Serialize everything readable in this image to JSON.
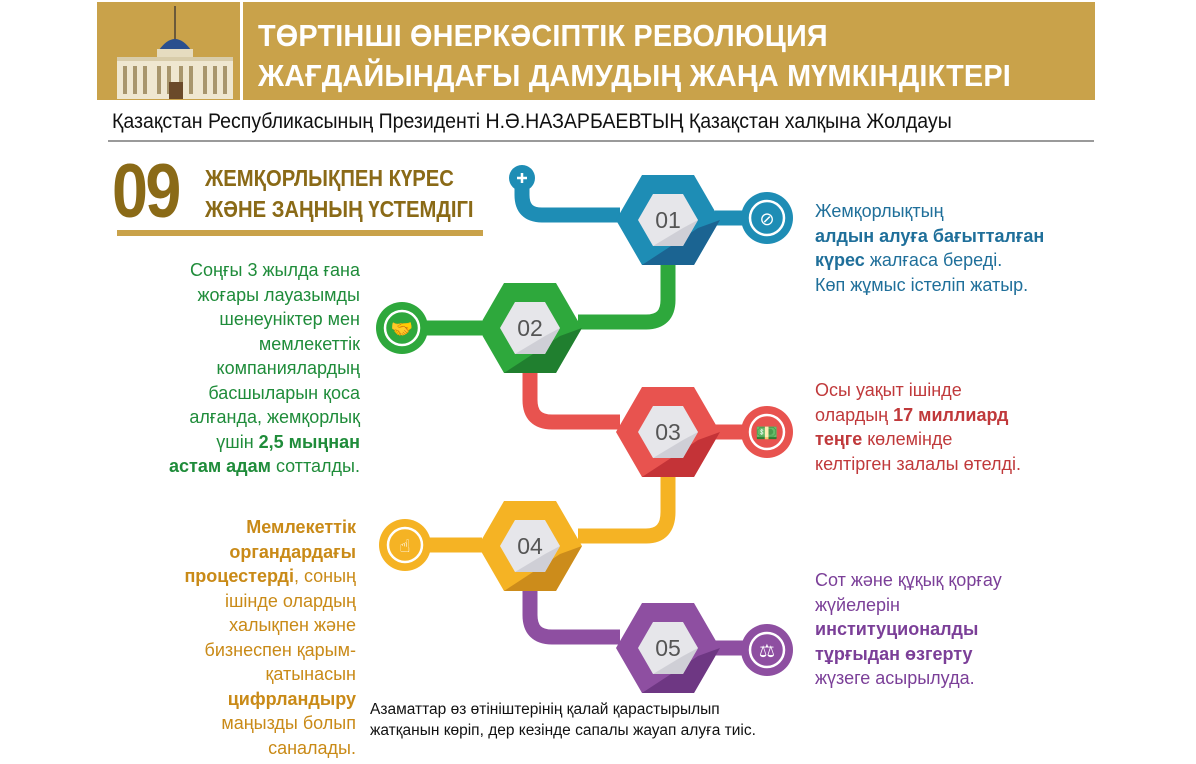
{
  "header": {
    "title_line1": "ТӨРТІНШІ ӨНЕРКӘСІПТІК РЕВОЛЮЦИЯ",
    "title_line2": "ЖАҒДАЙЫНДАҒЫ ДАМУДЫҢ ЖАҢА МҮМКІНДІКТЕРІ",
    "subtitle": "Қазақстан Республикасының Президенті Н.Ә.НАЗАРБАЕВТЫҢ Қазақстан халқына Жолдауы"
  },
  "section": {
    "number": "09",
    "heading_line1": "ЖЕМҚОРЛЫҚПЕН КҮРЕС",
    "heading_line2": "ЖӘНЕ ЗАҢНЫҢ ҮСТЕМДІГІ"
  },
  "colors": {
    "gold": "#c9a24a",
    "blue": "#1e8db5",
    "green": "#2ea83c",
    "red": "#e8534f",
    "yellow": "#f5b324",
    "purple": "#8e4fa1"
  },
  "steps": [
    {
      "label": "01",
      "icon": "no-bribe-icon",
      "text": [
        [
          "Жемқорлықтың",
          ""
        ],
        [
          "",
          "алдын алуға бағытталған"
        ],
        [
          "",
          "күрес",
          " жалғаса береді."
        ],
        [
          "Көп жұмыс істеліп жатыр.",
          ""
        ]
      ]
    },
    {
      "label": "02",
      "icon": "handshake-bribe-icon",
      "text": [
        [
          "Соңғы 3 жылда ғана",
          ""
        ],
        [
          "жоғары лауазымды",
          ""
        ],
        [
          "шенеуніктер мен",
          ""
        ],
        [
          "мемлекеттік",
          ""
        ],
        [
          "компаниялардың",
          ""
        ],
        [
          "басшыларын қоса",
          ""
        ],
        [
          "алғанда, жемқорлық",
          ""
        ],
        [
          "үшін ",
          "2,5 мыңнан"
        ],
        [
          "",
          "астам адам",
          " сотталды."
        ]
      ]
    },
    {
      "label": "03",
      "icon": "money-icon",
      "text": [
        [
          "Осы уақыт ішінде",
          ""
        ],
        [
          "олардың ",
          "17 миллиард"
        ],
        [
          "",
          "теңге",
          " көлемінде"
        ],
        [
          "келтірген залалы өтелді.",
          ""
        ]
      ]
    },
    {
      "label": "04",
      "icon": "touchscreen-icon",
      "text": [
        [
          "",
          "Мемлекеттік"
        ],
        [
          "",
          "органдардағы"
        ],
        [
          "",
          "процестерді",
          ", соның"
        ],
        [
          "ішінде олардың",
          ""
        ],
        [
          "халықпен және",
          ""
        ],
        [
          "бизнеспен қарым-",
          ""
        ],
        [
          "қатынасын",
          ""
        ],
        [
          "",
          "цифрландыру"
        ],
        [
          "маңызды болып",
          ""
        ],
        [
          "саналады.",
          ""
        ]
      ]
    },
    {
      "label": "05",
      "icon": "gavel-icon",
      "text": [
        [
          "Сот және құқық қорғау",
          ""
        ],
        [
          "жүйелерін",
          ""
        ],
        [
          "",
          "институционалды"
        ],
        [
          "",
          "тұрғыдан өзгерту"
        ],
        [
          "жүзеге асырылуда.",
          ""
        ]
      ]
    }
  ],
  "footer_note_line1": "Азаматтар өз өтініштерінің қалай қарастырылып",
  "footer_note_line2": "жатқанын көріп, дер кезінде сапалы жауап алуға тиіс.",
  "start_icon": "plus-icon"
}
